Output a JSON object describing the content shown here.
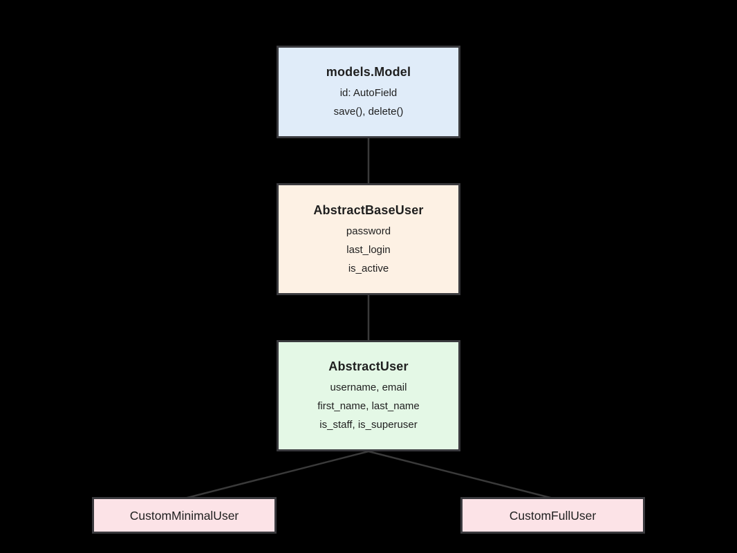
{
  "canvas": {
    "background_color": "#000000",
    "connector_color": "#3a3a3a",
    "border_color": "#3a3a3e",
    "text_color": "#1f1f1f"
  },
  "diagram": {
    "nodes": [
      {
        "id": "models-model",
        "title": "models.Model",
        "lines": [
          "id: AutoField",
          "save(), delete()"
        ],
        "fill": "#e0ecf9"
      },
      {
        "id": "abstract-base-user",
        "title": "AbstractBaseUser",
        "lines": [
          "password",
          "last_login",
          "is_active"
        ],
        "fill": "#fdf1e4"
      },
      {
        "id": "abstract-user",
        "title": "AbstractUser",
        "lines": [
          "username, email",
          "first_name, last_name",
          "is_staff, is_superuser"
        ],
        "fill": "#e4f8e6"
      },
      {
        "id": "custom-minimal-user",
        "title": "CustomMinimalUser",
        "lines": [],
        "fill": "#fce3e7"
      },
      {
        "id": "custom-full-user",
        "title": "CustomFullUser",
        "lines": [],
        "fill": "#fce3e7"
      }
    ],
    "edges": [
      {
        "from": "models-model",
        "to": "abstract-base-user"
      },
      {
        "from": "abstract-base-user",
        "to": "abstract-user"
      },
      {
        "from": "abstract-user",
        "to": "custom-minimal-user"
      },
      {
        "from": "abstract-user",
        "to": "custom-full-user"
      }
    ]
  }
}
